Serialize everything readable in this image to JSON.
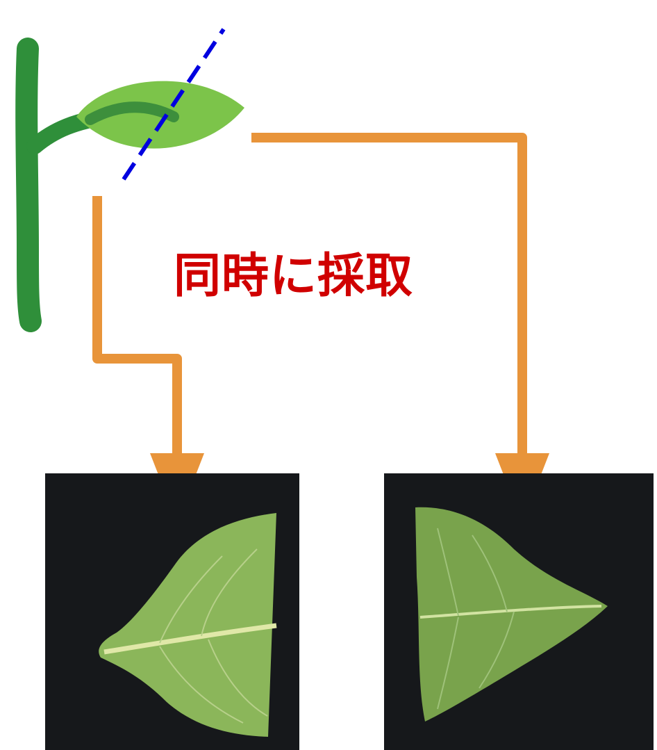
{
  "caption": "同時に採取",
  "colors": {
    "caption": "#d00000",
    "arrow": "#e8943a",
    "cut_line": "#0000e0",
    "stem": "#2f8f3a",
    "leaf_light": "#7cc44a",
    "leaf_vein": "#3d8f3c",
    "photo_bg": "#16181b",
    "photo_leaf_base": "#8bb65a",
    "photo_leaf_tip": "#79a34c"
  },
  "icons": {
    "plant": "plant-illustration",
    "cut": "dashed-cut-line",
    "arrows": "elbow-down-arrow"
  }
}
